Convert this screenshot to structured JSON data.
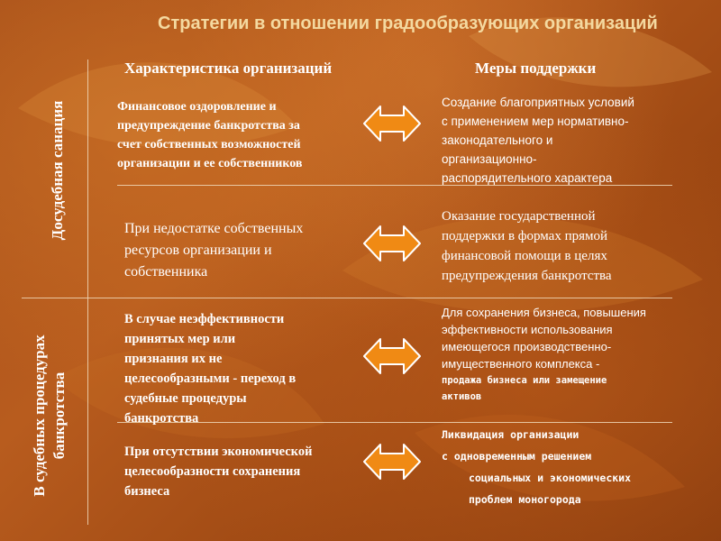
{
  "title": "Стратегии в отношении градообразующих организаций",
  "headers": {
    "characteristic": "Характеристика организаций",
    "measures": "Меры поддержки"
  },
  "sections": {
    "pre_trial": "Досудебная санация",
    "judicial_line1": "В судебных процедурах",
    "judicial_line2": "банкротства"
  },
  "rows": [
    {
      "left": [
        "Финансовое оздоровление и",
        "предупреждение банкротства за",
        "счет собственных возможностей",
        "организации и ее собственников"
      ],
      "right": [
        "Создание благоприятных условий",
        "с применением мер нормативно-",
        "законодательного и",
        "организационно-",
        "распорядительного характера"
      ]
    },
    {
      "left": [
        "При недостатке собственных",
        "ресурсов организации и",
        "собственника"
      ],
      "right": [
        "Оказание государственной",
        "поддержки в формах прямой",
        "финансовой помощи в целях",
        "предупреждения банкротства"
      ]
    },
    {
      "left": [
        "В случае неэффективности",
        "принятых мер или",
        "признания их не",
        "целесообразными - переход в",
        "судебные процедуры",
        "банкротства"
      ],
      "right": [
        "Для сохранения бизнеса, повышения",
        "эффективности использования",
        "имеющегося производственно-",
        "имущественного комплекса -"
      ],
      "right_bold": [
        "продажа бизнеса или замещение",
        "активов"
      ]
    },
    {
      "left": [
        "При отсутствии экономической",
        "целесообразности сохранения",
        "бизнеса"
      ],
      "right": [
        "Ликвидация организации",
        "с одновременным решением",
        "социальных и экономических",
        "проблем моногорода"
      ]
    }
  ],
  "colors": {
    "title": "#f4d9a0",
    "arrow_fill": "#f08a14",
    "arrow_stroke": "#ffffff"
  }
}
